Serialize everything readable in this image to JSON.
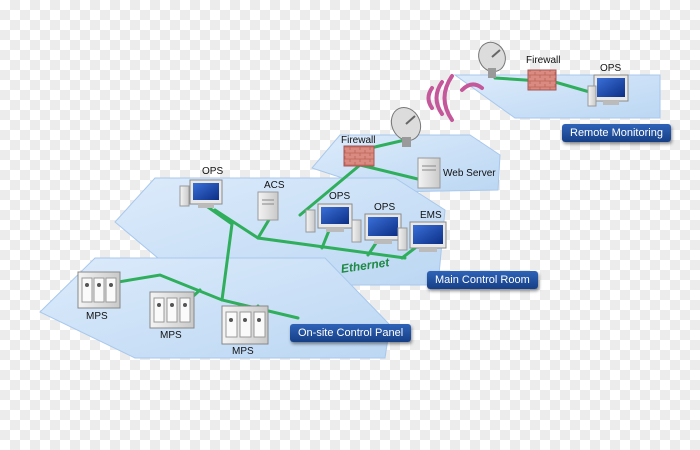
{
  "zones": {
    "remote": "Remote Monitoring",
    "main": "Main Control Room",
    "onsite": "On-site Control Panel"
  },
  "network": {
    "ethernet": "Ethernet"
  },
  "nodes": {
    "ops_remote": "OPS",
    "firewall_remote": "Firewall",
    "firewall_main": "Firewall",
    "web_server": "Web Server",
    "ops_main_left": "OPS",
    "acs": "ACS",
    "ops_main_center": "OPS",
    "ops_main_right": "OPS",
    "ems": "EMS",
    "mps_left": "MPS",
    "mps_center": "MPS",
    "mps_right": "MPS"
  },
  "colors": {
    "zone_fill": "#cfe3f8",
    "zone_edge": "#a8c8ec",
    "link": "#2fae5c",
    "firewall": "#d9857d",
    "signal": "#c4589a",
    "badge": "#1d4a94"
  }
}
